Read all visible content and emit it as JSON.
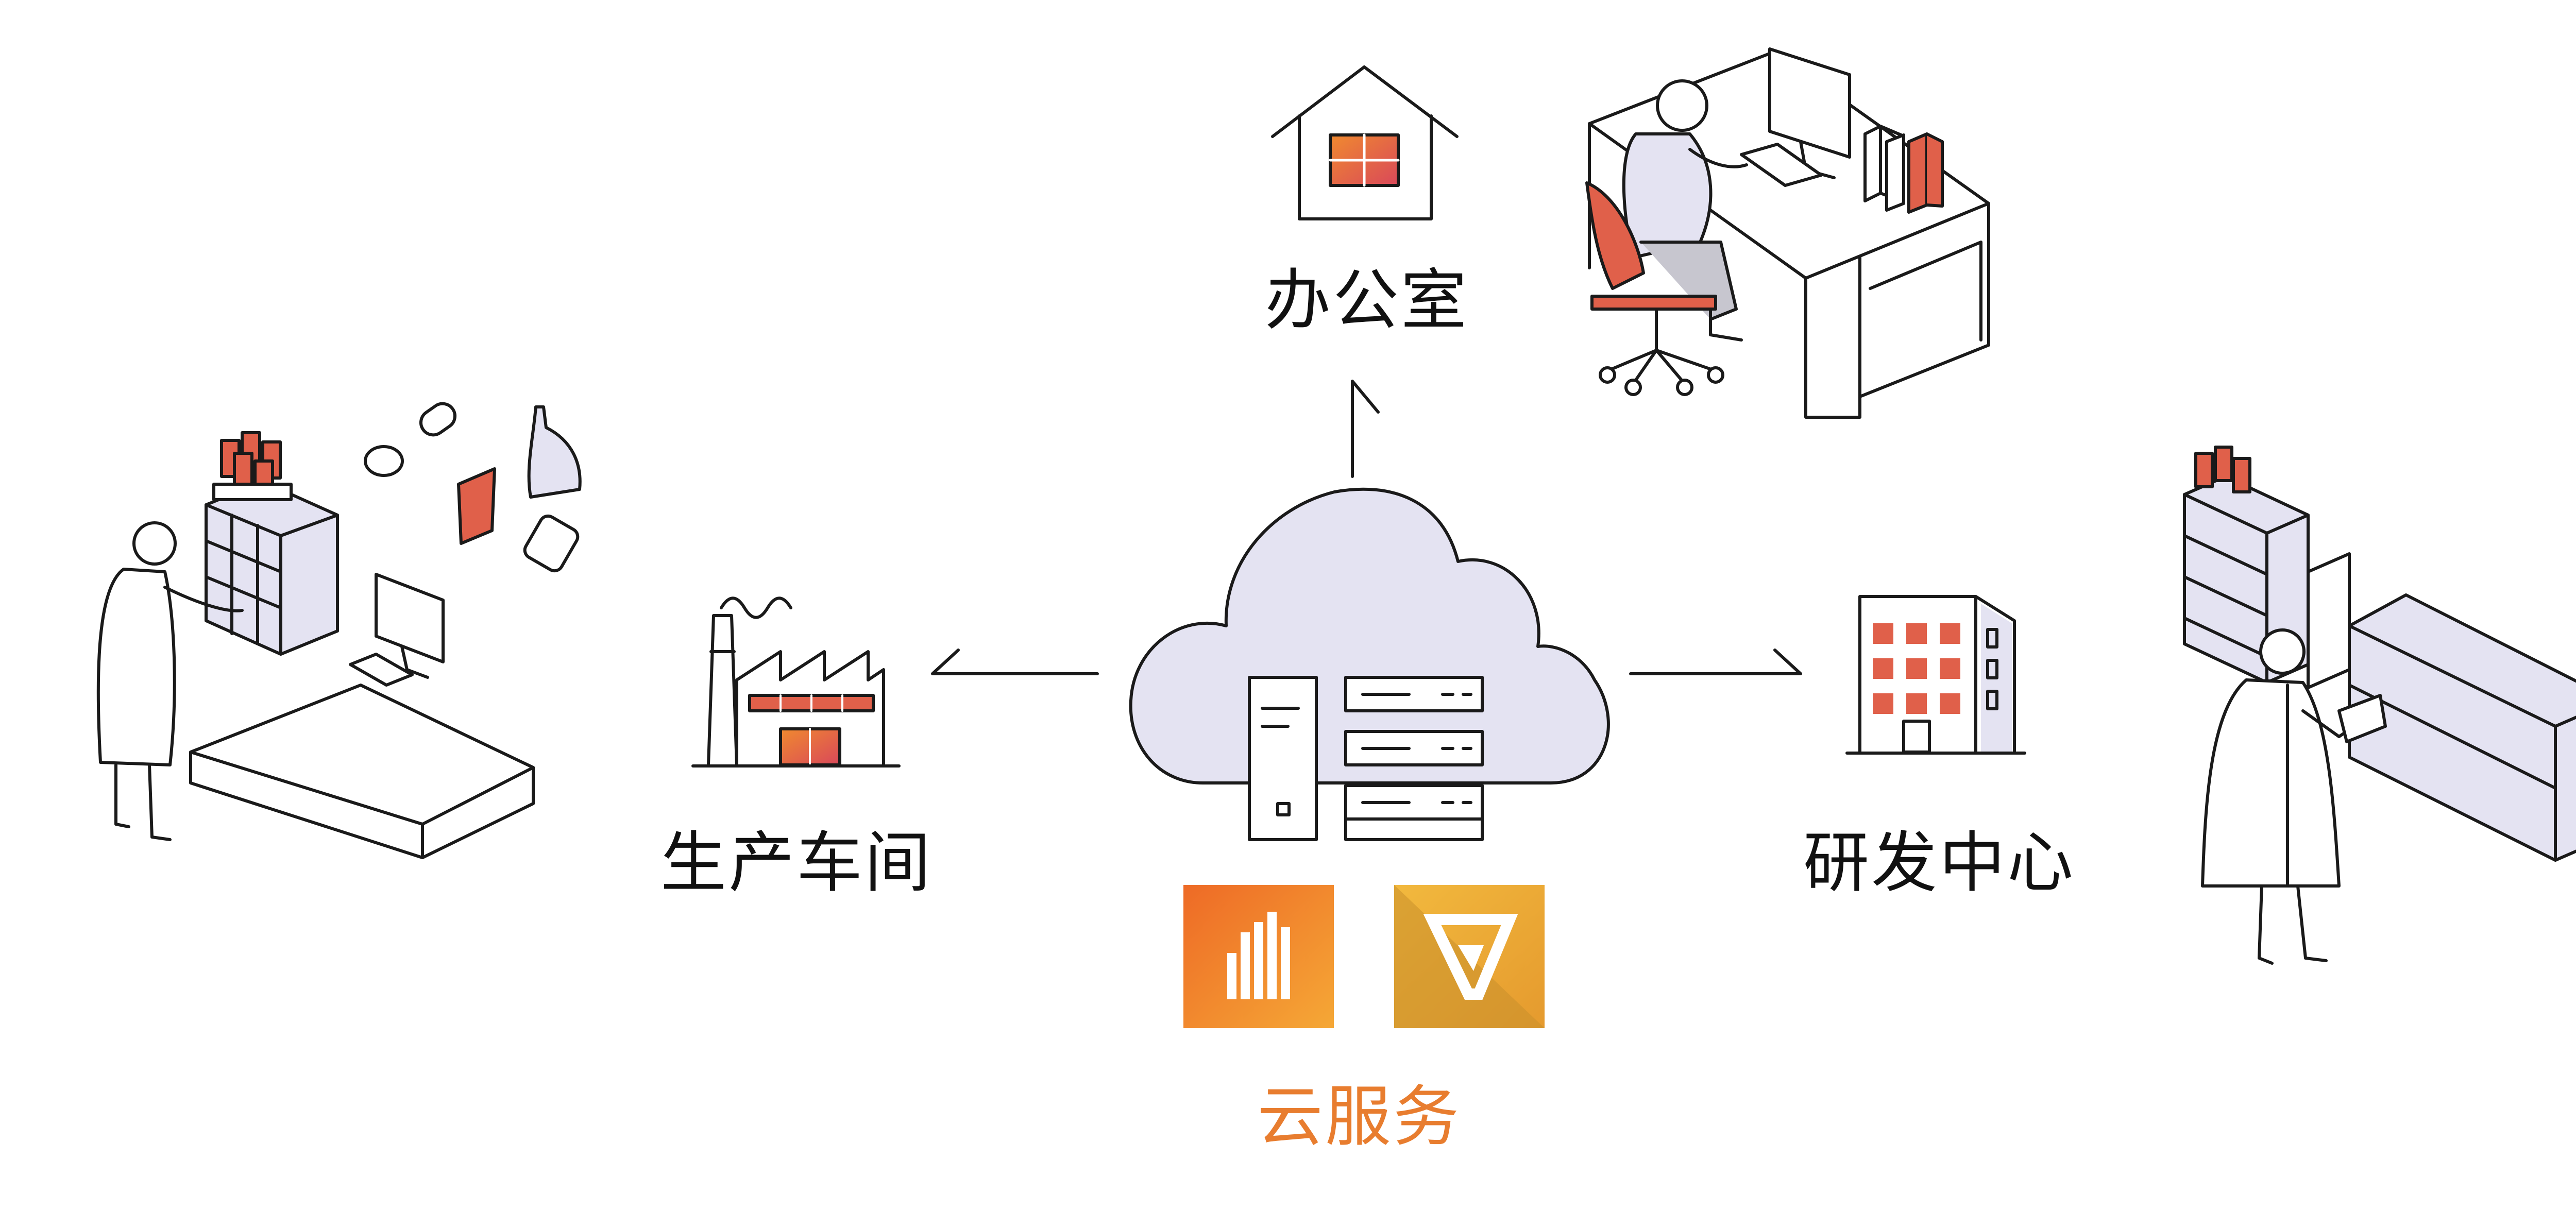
{
  "labels": {
    "office": "办公室",
    "production": "生产车间",
    "rnd": "研发中心",
    "cloud": "云服务"
  },
  "icons": {
    "office": "house-icon",
    "production": "factory-icon",
    "rnd": "office-building-icon",
    "cloud": "cloud-server-icon",
    "app_left": "bar-chart-app-icon",
    "app_right": "v-logo-app-icon"
  },
  "colors": {
    "line": "#1a1a1a",
    "lavender": "#e4e3f2",
    "accent_red": "#e0604a",
    "accent_orange": "#e87d2f",
    "accent_yellow": "#f2b03c",
    "cloud_text": "#e87d2f"
  }
}
